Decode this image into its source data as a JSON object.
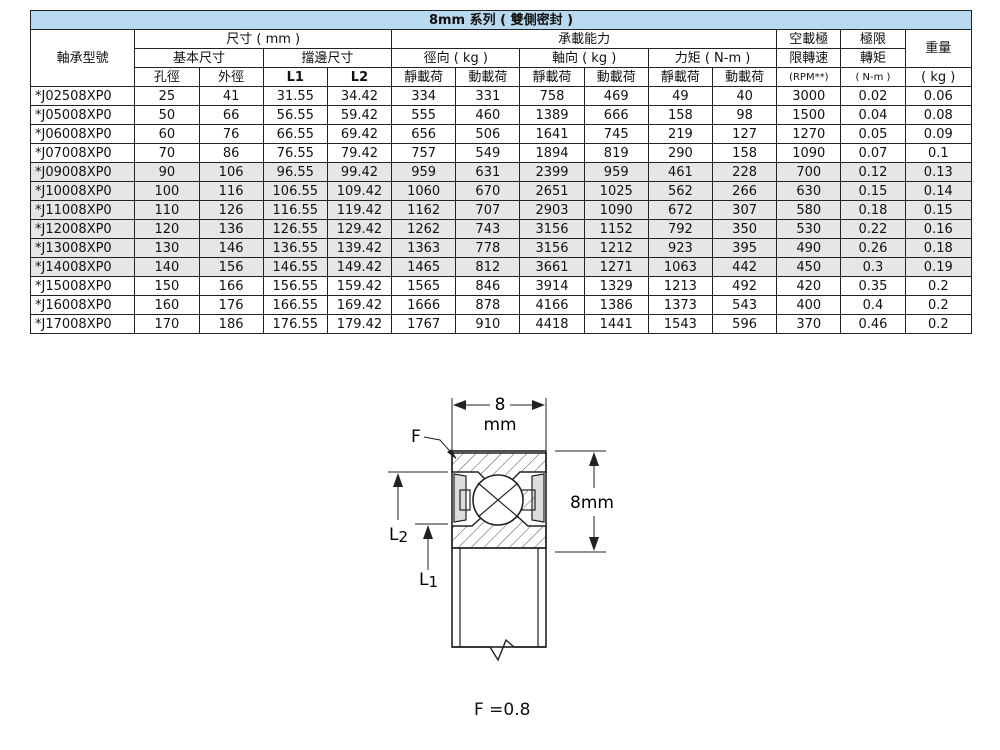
{
  "table": {
    "title": "8mm 系列 ( 雙側密封 )",
    "headers": {
      "model": "軸承型號",
      "size": "尺寸 ( mm )",
      "basic": "基本尺寸",
      "shoulder": "擋邊尺寸",
      "bore": "孔徑",
      "od": "外徑",
      "l1": "L1",
      "l2": "L2",
      "load": "承載能力",
      "radial": "徑向 ( kg )",
      "axial": "軸向 ( kg )",
      "moment": "力矩 ( N-m )",
      "static1": "靜載荷",
      "dynamic1": "動載荷",
      "static2": "靜載荷",
      "dynamic2": "動載荷",
      "static3": "靜載荷",
      "dynamic3": "動載荷",
      "speed_l1": "空載極",
      "speed_l2": "限轉速",
      "speed_unit": "(RPM**)",
      "torque_l1": "極限",
      "torque_l2": "轉矩",
      "torque_unit": "( N-m )",
      "weight": "重量",
      "weight_unit": "( kg )"
    },
    "rows": [
      [
        "*J02508XP0",
        "25",
        "41",
        "31.55",
        "34.42",
        "334",
        "331",
        "758",
        "469",
        "49",
        "40",
        "3000",
        "0.02",
        "0.06"
      ],
      [
        "*J05008XP0",
        "50",
        "66",
        "56.55",
        "59.42",
        "555",
        "460",
        "1389",
        "666",
        "158",
        "98",
        "1500",
        "0.04",
        "0.08"
      ],
      [
        "*J06008XP0",
        "60",
        "76",
        "66.55",
        "69.42",
        "656",
        "506",
        "1641",
        "745",
        "219",
        "127",
        "1270",
        "0.05",
        "0.09"
      ],
      [
        "*J07008XP0",
        "70",
        "86",
        "76.55",
        "79.42",
        "757",
        "549",
        "1894",
        "819",
        "290",
        "158",
        "1090",
        "0.07",
        "0.1"
      ],
      [
        "*J09008XP0",
        "90",
        "106",
        "96.55",
        "99.42",
        "959",
        "631",
        "2399",
        "959",
        "461",
        "228",
        "700",
        "0.12",
        "0.13"
      ],
      [
        "*J10008XP0",
        "100",
        "116",
        "106.55",
        "109.42",
        "1060",
        "670",
        "2651",
        "1025",
        "562",
        "266",
        "630",
        "0.15",
        "0.14"
      ],
      [
        "*J11008XP0",
        "110",
        "126",
        "116.55",
        "119.42",
        "1162",
        "707",
        "2903",
        "1090",
        "672",
        "307",
        "580",
        "0.18",
        "0.15"
      ],
      [
        "*J12008XP0",
        "120",
        "136",
        "126.55",
        "129.42",
        "1262",
        "743",
        "3156",
        "1152",
        "792",
        "350",
        "530",
        "0.22",
        "0.16"
      ],
      [
        "*J13008XP0",
        "130",
        "146",
        "136.55",
        "139.42",
        "1363",
        "778",
        "3156",
        "1212",
        "923",
        "395",
        "490",
        "0.26",
        "0.18"
      ],
      [
        "*J14008XP0",
        "140",
        "156",
        "146.55",
        "149.42",
        "1465",
        "812",
        "3661",
        "1271",
        "1063",
        "442",
        "450",
        "0.3",
        "0.19"
      ],
      [
        "*J15008XP0",
        "150",
        "166",
        "156.55",
        "159.42",
        "1565",
        "846",
        "3914",
        "1329",
        "1213",
        "492",
        "420",
        "0.35",
        "0.2"
      ],
      [
        "*J16008XP0",
        "160",
        "176",
        "166.55",
        "169.42",
        "1666",
        "878",
        "4166",
        "1386",
        "1373",
        "543",
        "400",
        "0.4",
        "0.2"
      ],
      [
        "*J17008XP0",
        "170",
        "186",
        "176.55",
        "179.42",
        "1767",
        "910",
        "4418",
        "1441",
        "1543",
        "596",
        "370",
        "0.46",
        "0.2"
      ]
    ],
    "shaded_rows": [
      4,
      5,
      6,
      7,
      8,
      9
    ]
  },
  "drawing": {
    "width_value": "8",
    "width_unit": "mm",
    "height_label": "8mm",
    "label_f": "F",
    "label_l1": "L",
    "label_l1_sub": "1",
    "label_l2": "L",
    "label_l2_sub": "2"
  },
  "formula": "F =0.8"
}
